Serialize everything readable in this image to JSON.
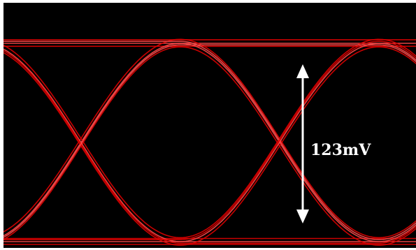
{
  "chart_data": {
    "type": "line",
    "title": "",
    "xlabel": "",
    "ylabel": "",
    "unit_interval": 1,
    "ylim": [
      0,
      1
    ],
    "levels": {
      "low": 0,
      "high": 1
    },
    "eye_crossings_ui": [
      0.45,
      1.45
    ],
    "bits_ui": [
      -0.55,
      0.45,
      1.45
    ],
    "traces": [
      {
        "name": "",
        "pattern": [
          1,
          1,
          1,
          1
        ],
        "offset": 0.0
      },
      {
        "name": "",
        "pattern": [
          1,
          1,
          1,
          1
        ],
        "offset": 0.018
      },
      {
        "name": "",
        "pattern": [
          1,
          1,
          1,
          1
        ],
        "offset": -0.015
      },
      {
        "name": "",
        "pattern": [
          0,
          0,
          0,
          0
        ],
        "offset": 0.0
      },
      {
        "name": "",
        "pattern": [
          0,
          0,
          0,
          0
        ],
        "offset": 0.016
      },
      {
        "name": "",
        "pattern": [
          0,
          0,
          0,
          0
        ],
        "offset": -0.014
      },
      {
        "name": "",
        "pattern": [
          0,
          1,
          0,
          1
        ],
        "offset": 0.0
      },
      {
        "name": "",
        "pattern": [
          0,
          1,
          0,
          1
        ],
        "offset": 0.02
      },
      {
        "name": "",
        "pattern": [
          0,
          1,
          0,
          1
        ],
        "offset": -0.018
      },
      {
        "name": "",
        "pattern": [
          1,
          0,
          1,
          0
        ],
        "offset": 0.0
      },
      {
        "name": "",
        "pattern": [
          1,
          0,
          1,
          0
        ],
        "offset": 0.02
      },
      {
        "name": "",
        "pattern": [
          1,
          0,
          1,
          0
        ],
        "offset": -0.018
      },
      {
        "name": "",
        "pattern": [
          1,
          1,
          0,
          1
        ],
        "offset": 0.01
      },
      {
        "name": "",
        "pattern": [
          0,
          0,
          1,
          0
        ],
        "offset": 0.01
      },
      {
        "name": "",
        "pattern": [
          1,
          0,
          0,
          1
        ],
        "offset": -0.008
      },
      {
        "name": "",
        "pattern": [
          0,
          1,
          1,
          0
        ],
        "offset": -0.008
      }
    ],
    "annotations": [
      {
        "text": "123mV",
        "type": "double-arrow",
        "from_level": 0,
        "to_level": 1
      }
    ],
    "grid": false,
    "legend": "none"
  },
  "colors": {
    "background": "#000000",
    "trace": "#e00000",
    "trace_highlight": "#ff4a4a",
    "annotation": "#ffffff",
    "page": "#ffffff"
  }
}
